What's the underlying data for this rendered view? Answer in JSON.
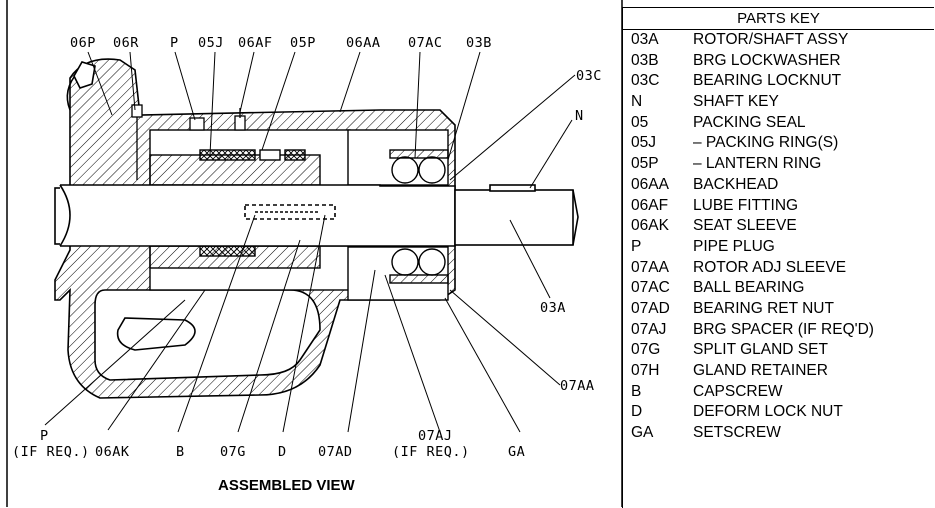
{
  "drawing": {
    "caption": "ASSEMBLED VIEW",
    "top_callouts": [
      "06P",
      "06R",
      "P",
      "05J",
      "06AF",
      "05P",
      "06AA",
      "07AC",
      "03B"
    ],
    "right_callouts": [
      "03C",
      "N",
      "03A",
      "07AA"
    ],
    "bottom_callouts": [
      "P",
      "(IF REQ.)",
      "06AK",
      "B",
      "07G",
      "D",
      "07AD",
      "07AJ",
      "(IF REQ.)",
      "GA"
    ]
  },
  "parts_key": {
    "title": "PARTS KEY",
    "items": [
      {
        "code": "03A",
        "desc": "ROTOR/SHAFT ASSY"
      },
      {
        "code": "03B",
        "desc": "BRG LOCKWASHER"
      },
      {
        "code": "03C",
        "desc": "BEARING LOCKNUT"
      },
      {
        "code": "N",
        "desc": "SHAFT KEY"
      },
      {
        "code": "05",
        "desc": "PACKING  SEAL"
      },
      {
        "code": "05J",
        "desc": "– PACKING RING(S)"
      },
      {
        "code": "05P",
        "desc": "– LANTERN RING"
      },
      {
        "code": "06AA",
        "desc": "BACKHEAD"
      },
      {
        "code": "06AF",
        "desc": "LUBE FITTING"
      },
      {
        "code": "06AK",
        "desc": "SEAT SLEEVE"
      },
      {
        "code": "P",
        "desc": "PIPE PLUG"
      },
      {
        "code": "07AA",
        "desc": "ROTOR ADJ SLEEVE"
      },
      {
        "code": "07AC",
        "desc": "BALL BEARING"
      },
      {
        "code": "07AD",
        "desc": "BEARING RET NUT"
      },
      {
        "code": "07AJ",
        "desc": "BRG SPACER (IF REQ'D)"
      },
      {
        "code": "07G",
        "desc": "SPLIT GLAND SET"
      },
      {
        "code": "07H",
        "desc": "GLAND RETAINER"
      },
      {
        "code": "B",
        "desc": "CAPSCREW"
      },
      {
        "code": "D",
        "desc": "DEFORM LOCK NUT"
      },
      {
        "code": "GA",
        "desc": "SETSCREW"
      }
    ]
  }
}
